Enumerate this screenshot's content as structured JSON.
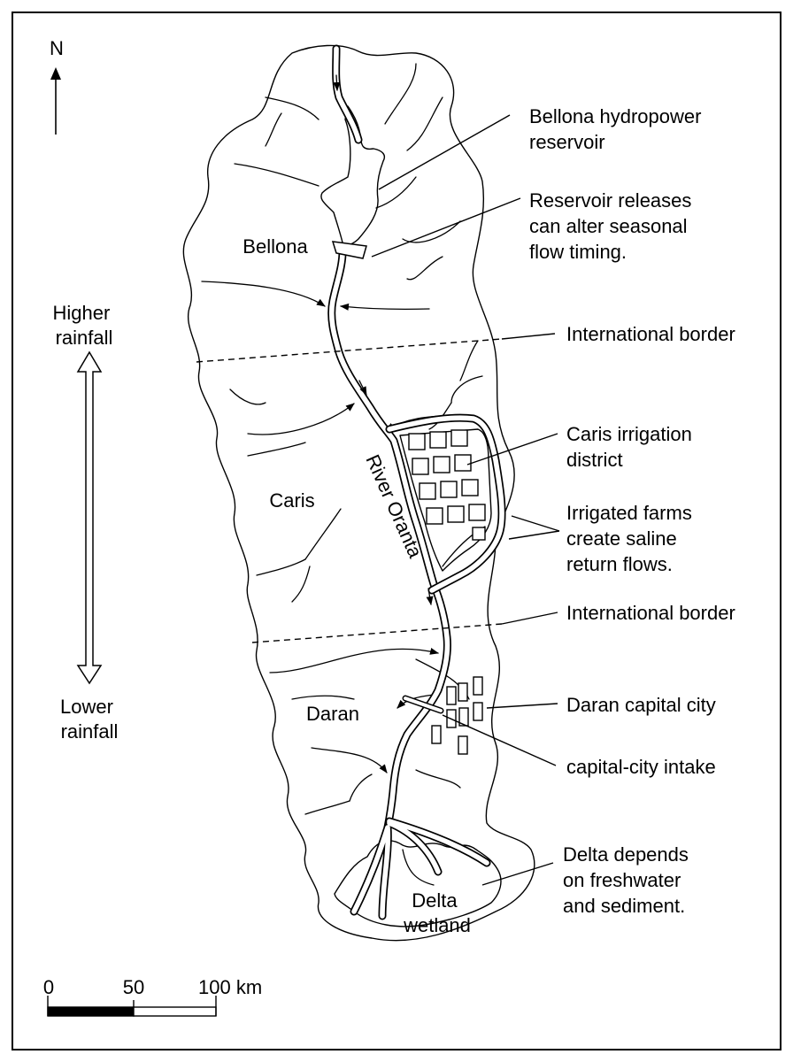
{
  "north": {
    "label": "N"
  },
  "rainfall": {
    "top": [
      "Higher",
      "rainfall"
    ],
    "bottom": [
      "Lower",
      "rainfall"
    ]
  },
  "regions": {
    "bellona": "Bellona",
    "caris": "Caris",
    "daran": "Daran",
    "delta": [
      "Delta",
      "wetland"
    ]
  },
  "river": {
    "name": "River Oranta"
  },
  "annotations": {
    "reservoir": [
      "Bellona hydropower",
      "reservoir"
    ],
    "releases": [
      "Reservoir releases",
      "can alter seasonal",
      "flow timing."
    ],
    "border_north": "International border",
    "irrigation": [
      "Caris irrigation",
      "district"
    ],
    "saline": [
      "Irrigated farms",
      "create saline",
      "return flows."
    ],
    "border_south": "International border",
    "capital": "Daran capital city",
    "intake": "capital-city intake",
    "delta_note": [
      "Delta depends",
      "on freshwater",
      "and sediment."
    ]
  },
  "scale": {
    "t0": "0",
    "t50": "50",
    "t100": "100 km"
  }
}
